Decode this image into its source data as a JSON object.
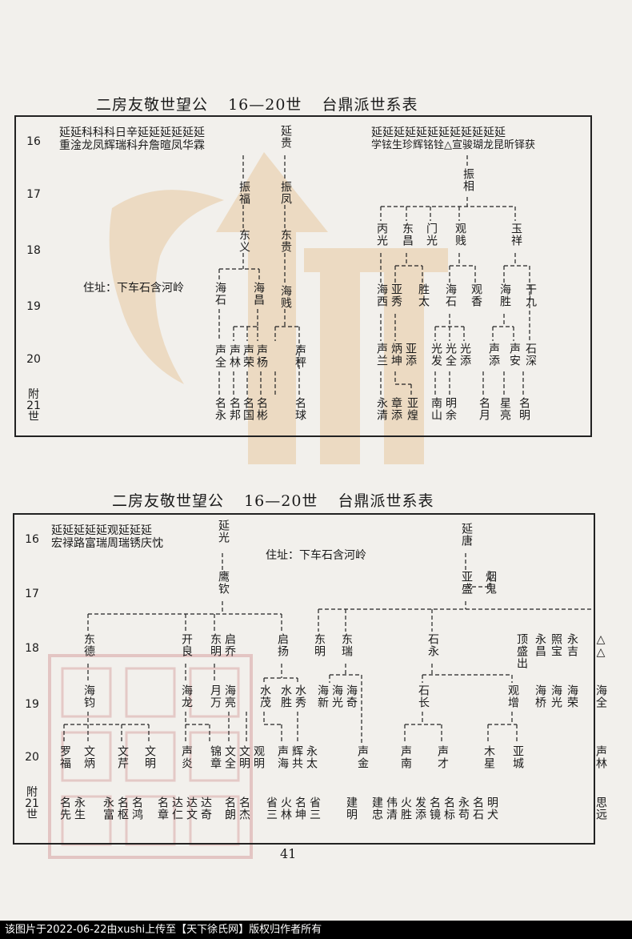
{
  "tables": [
    {
      "title_left": "二房友敬世望公",
      "title_range": "16—20世",
      "title_right": "台鼎派世系表",
      "generations": [
        "16",
        "17",
        "18",
        "19",
        "20",
        "附\n21\n世"
      ],
      "address": "住址：下车石含河岭",
      "row16_a": "延延科科科日辛延延延延延延",
      "row16_a2": "重淦龙凤辉瑞科弁詹暄凤华霖",
      "row16_b": "延贵",
      "row16_c": "延延延延延延延延延延延延",
      "row16_c2": "学铉生珍辉铭铨△宣骏瑚龙昆昕铎获",
      "gen17": [
        "振福",
        "振凤",
        "振相"
      ],
      "gen18": [
        "东义",
        "东贵",
        "丙光",
        "东昌",
        "门光",
        "观贱",
        "玉祥"
      ],
      "gen19": [
        "海石",
        "海昌",
        "海贱",
        "海西",
        "亚秀",
        "胜太",
        "海石",
        "观香",
        "海胜",
        "干九"
      ],
      "gen20": [
        "声全",
        "声林",
        "声荣",
        "声杨",
        "声秤",
        "声兰",
        "炳坤",
        "亚添",
        "光发",
        "光全",
        "光添",
        "声添",
        "声安",
        "石深"
      ],
      "gen21": [
        "名永",
        "名邦",
        "名国",
        "名彬",
        "名球",
        "永清",
        "章添",
        "亚煌",
        "南山",
        "明余",
        "名月",
        "星亮",
        "名明"
      ]
    },
    {
      "title_left": "二房友敬世望公",
      "title_range": "16—20世",
      "title_right": "台鼎派世系表",
      "generations": [
        "16",
        "17",
        "18",
        "19",
        "20",
        "附\n21\n世"
      ],
      "address": "住址：下车石含河岭",
      "row16_a": "延延延延延观延延延",
      "row16_a2": "宏禄路富瑞周瑞锈庆忱",
      "row16_b": "延光",
      "row16_c": "延唐",
      "gen17": [
        "鹰钦",
        "亚盛",
        "烟鬼"
      ],
      "gen18": [
        "东德",
        "开良",
        "东明",
        "启乔",
        "启扬",
        "东明",
        "东瑞",
        "石永",
        "顶盛出",
        "永昌",
        "照宝",
        "永吉",
        "△",
        "△"
      ],
      "gen19": [
        "海钧",
        "海龙",
        "月万",
        "海亮",
        "水茂",
        "水胜",
        "水秀",
        "海新",
        "海光",
        "海奇",
        "石长",
        "观增",
        "海桥",
        "海光",
        "海荣",
        "海全"
      ],
      "gen20": [
        "罗福",
        "文炳",
        "文芹",
        "文明",
        "声炎",
        "锦章",
        "文全",
        "文明",
        "观明",
        "声海",
        "辉共",
        "永太",
        "声金",
        "声南",
        "声才",
        "木星",
        "亚城",
        "声林"
      ],
      "gen21": [
        "名先",
        "永生",
        "永富",
        "名枢",
        "名鸿",
        "名章",
        "达仁",
        "达文",
        "达奇",
        "名朗",
        "名杰",
        "省三",
        "火林",
        "名坤",
        "省三",
        "建明",
        "建忠",
        "伟清",
        "火胜",
        "发添",
        "名镜",
        "名标",
        "永苟",
        "名石",
        "明犬",
        "思远"
      ]
    }
  ],
  "page_number": "41",
  "footer_text": "该图片于2022-06-22由xushi上传至【天下徐氏网】版权归作者所有",
  "colors": {
    "ink": "#1a1a1a",
    "watermark": "#e8c9a0",
    "stamp": "#d49a9a",
    "footer_bg": "#000000"
  }
}
